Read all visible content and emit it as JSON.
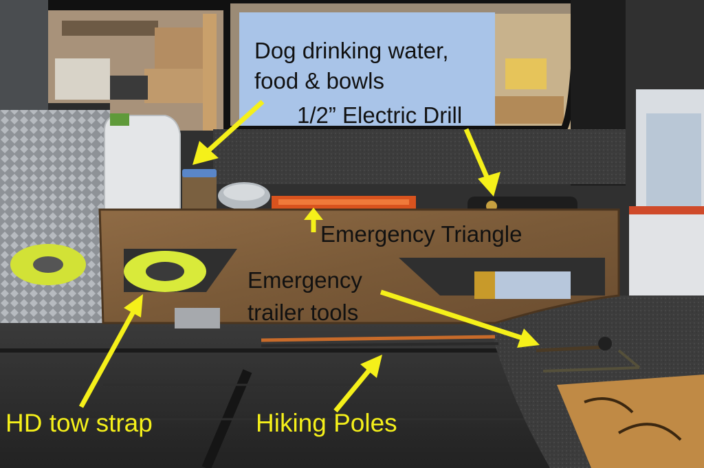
{
  "labels": {
    "dog_water": "Dog drinking water,\nfood & bowls",
    "drill": "1/2” Electric Drill",
    "triangle": "Emergency Triangle",
    "trailer_tools": "Emergency\ntrailer tools",
    "tow_strap": "HD tow strap",
    "hiking_poles": "Hiking Poles"
  },
  "colors": {
    "arrow": "#f5f01a",
    "label_dark": "#111111",
    "label_yellow": "#f5f01a"
  },
  "icons": {
    "bowl": "Wheats"
  }
}
